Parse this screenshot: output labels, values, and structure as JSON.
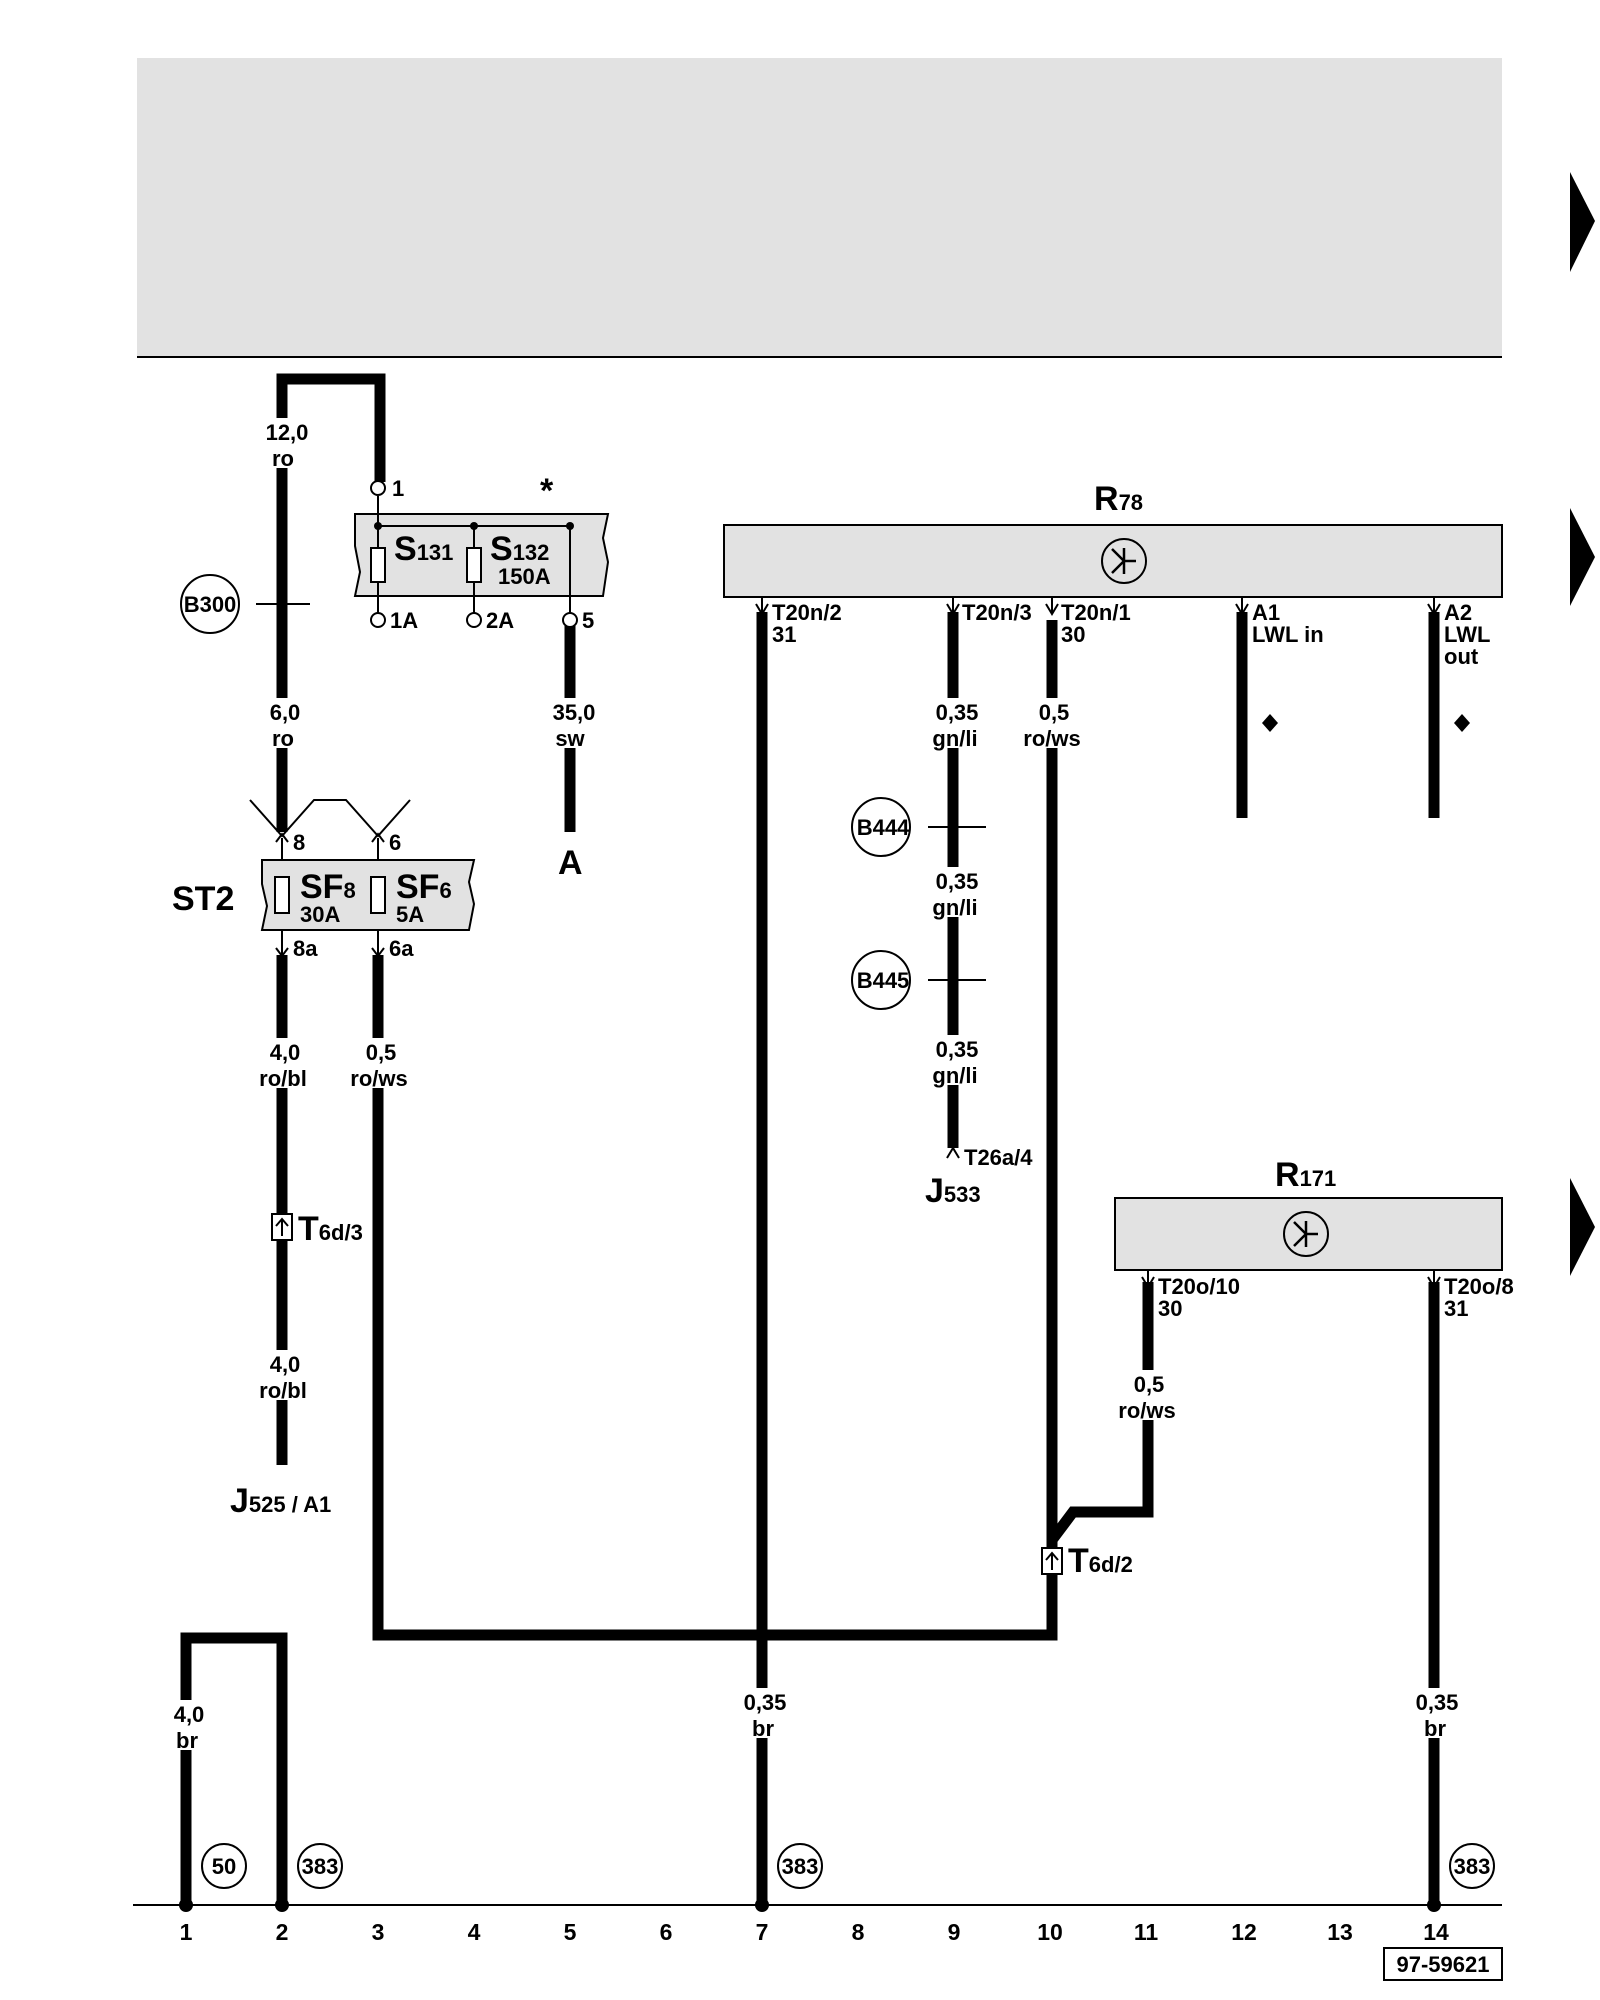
{
  "diagram": {
    "reference": "97-59621",
    "star": "*",
    "columns": [
      "1",
      "2",
      "3",
      "4",
      "5",
      "6",
      "7",
      "8",
      "9",
      "10",
      "11",
      "12",
      "13",
      "14"
    ],
    "r78": {
      "main": "R",
      "sub": "78"
    },
    "r171": {
      "main": "R",
      "sub": "171"
    },
    "st2": "ST2",
    "s131": {
      "main": "S",
      "sub": "131"
    },
    "s132": {
      "main": "S",
      "sub": "132",
      "rating": "150A"
    },
    "sf8": {
      "main": "SF",
      "sub": "8",
      "rating": "30A"
    },
    "sf6": {
      "main": "SF",
      "sub": "6",
      "rating": "5A"
    },
    "fusebox_pins": {
      "p1": "1",
      "p1a": "1A",
      "p2a": "2A",
      "p5": "5"
    },
    "st2_pins": {
      "p8": "8",
      "p6": "6",
      "p8a": "8a",
      "p6a": "6a"
    },
    "r78_pins": {
      "t20n2": "T20n/2",
      "t20n2_sig": "31",
      "t20n3": "T20n/3",
      "t20n1": "T20n/1",
      "t20n1_sig": "30",
      "a1": "A1",
      "a1_sig": "LWL in",
      "a2": "A2",
      "a2_sig1": "LWL",
      "a2_sig2": "out"
    },
    "r171_pins": {
      "t20o10": "T20o/10",
      "t20o10_sig": "30",
      "t20o8": "T20o/8",
      "t20o8_sig": "31"
    },
    "wires": {
      "w1": {
        "size": "12,0",
        "color": "ro"
      },
      "w2": {
        "size": "6,0",
        "color": "ro"
      },
      "w3": {
        "size": "35,0",
        "color": "sw"
      },
      "w4": {
        "size": "4,0",
        "color": "ro/bl"
      },
      "w5": {
        "size": "0,5",
        "color": "ro/ws"
      },
      "w6": {
        "size": "4,0",
        "color": "ro/bl"
      },
      "w7": {
        "size": "0,35",
        "color": "gn/li"
      },
      "w8": {
        "size": "0,35",
        "color": "gn/li"
      },
      "w9": {
        "size": "0,35",
        "color": "gn/li"
      },
      "w10": {
        "size": "0,5",
        "color": "ro/ws"
      },
      "w11": {
        "size": "0,5",
        "color": "ro/ws"
      },
      "w12": {
        "size": "4,0",
        "color": "br"
      },
      "w13": {
        "size": "0,35",
        "color": "br"
      },
      "w14": {
        "size": "0,35",
        "color": "br"
      }
    },
    "splices": {
      "b300": "B300",
      "b444": "B444",
      "b445": "B445"
    },
    "connectors": {
      "t6d3": {
        "main": "T",
        "sub": "6d/3"
      },
      "t6d2": {
        "main": "T",
        "sub": "6d/2"
      },
      "t26a4": "T26a/4"
    },
    "components": {
      "a": "A",
      "j533": {
        "main": "J",
        "sub": "533"
      },
      "j525": {
        "main": "J",
        "sub": "525 / A1"
      }
    },
    "grounds": {
      "g50": "50",
      "g383a": "383",
      "g383b": "383",
      "g383c": "383"
    }
  }
}
